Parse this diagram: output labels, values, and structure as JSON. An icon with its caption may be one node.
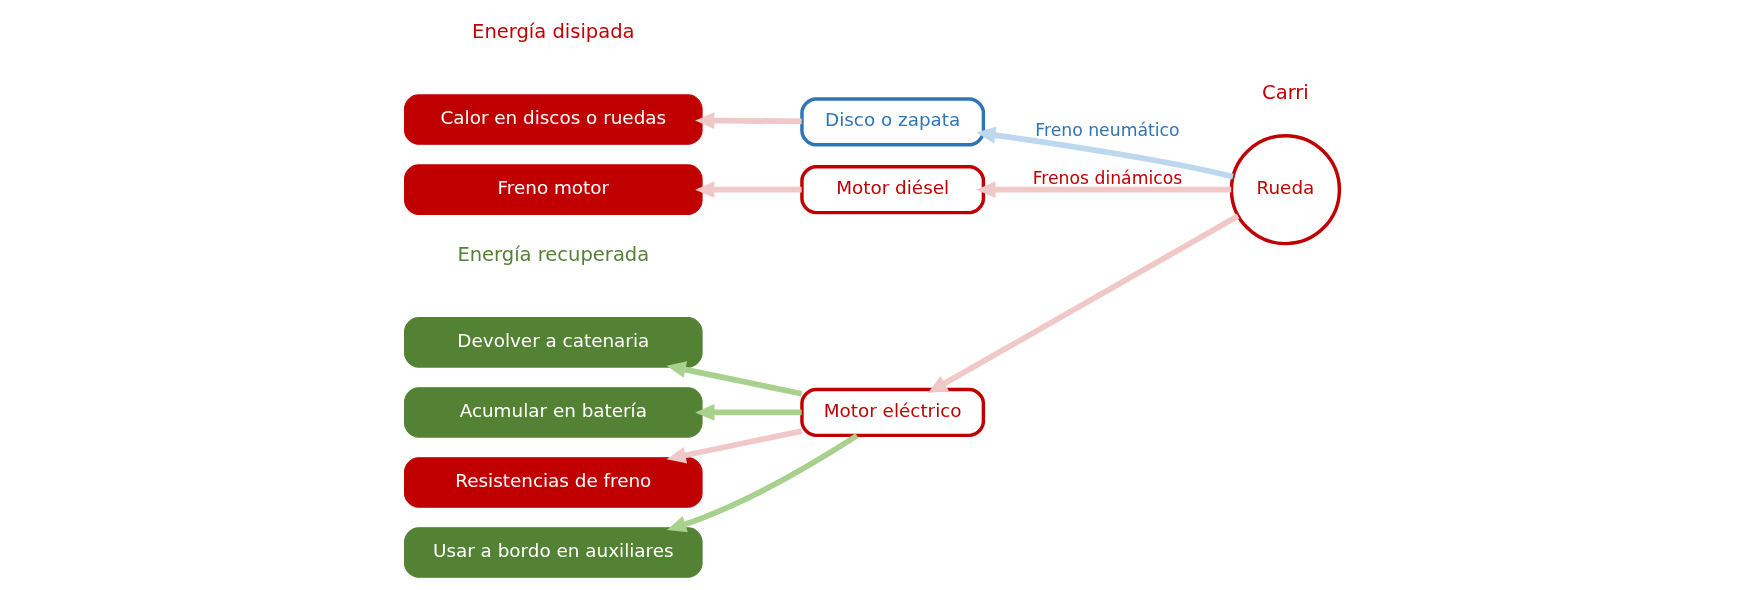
{
  "diagram": {
    "nodes": [
      {
        "text": [
          "Calor en discos o ruedas"
        ]
      },
      {
        "text": [
          "Freno motor"
        ]
      },
      {
        "text": [
          "Resistencias de freno"
        ]
      },
      {
        "text": [
          "Usar a bordo en auxiliares"
        ]
      },
      {
        "text": [
          "Devolver a catenaria"
        ]
      },
      {
        "text": [
          "Acumular en batería"
        ]
      },
      {
        "text": [
          "Disco o zapata"
        ]
      },
      {
        "text": [
          "Motor diésel"
        ]
      },
      {
        "text": [
          "Motor eléctrico"
        ]
      },
      {
        "text": [
          "Rueda"
        ]
      }
    ],
    "edges": [
      {
        "from": 6,
        "to": 0,
        "arrow": "to"
      },
      {
        "from": 7,
        "to": 1,
        "arrow": "to"
      },
      {
        "from": 8,
        "to": 2,
        "arrow": "to"
      },
      {
        "from": 8,
        "to": 3,
        "arrow": "to",
        "color": "#a9d18e"
      },
      {
        "from": 8,
        "to": 4,
        "arrow": "to",
        "color": "#a9d18e"
      },
      {
        "from": 8,
        "to": 5,
        "arrow": "to",
        "color": "#a9d18e"
      },
      {
        "from": 9,
        "to": 6,
        "arrow": "to",
        "label": "Freno neumático",
        "color": "#bdd7ee"
      },
      {
        "from": 9,
        "to": 7,
        "arrow": "to",
        "label": "Frenos dinámicos"
      },
      {
        "from": 9,
        "to": 8,
        "arrow": "to"
      }
    ],
    "labels": [
      "Energía disipada",
      "Energía recuperada",
      "Carri"
    ]
  }
}
